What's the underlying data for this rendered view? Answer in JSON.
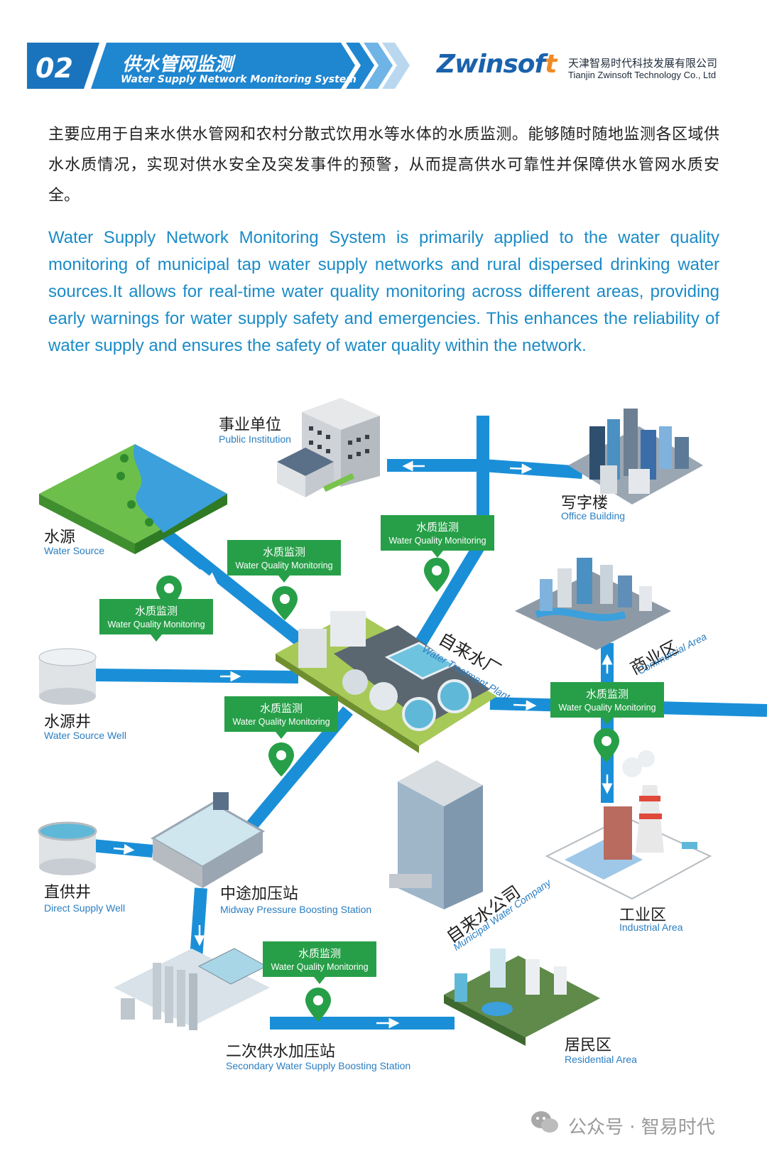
{
  "header": {
    "section_number": "02",
    "title_zh": "供水管网监测",
    "title_en": "Water Supply Network Monitoring System",
    "brand_logo_main": "Zwinsof",
    "brand_logo_accent": "t",
    "company_zh": "天津智易时代科技发展有限公司",
    "company_en": "Tianjin Zwinsoft Technology Co., Ltd"
  },
  "intro": {
    "zh": "主要应用于自来水供水管网和农村分散式饮用水等水体的水质监测。能够随时随地监测各区域供水水质情况，实现对供水安全及突发事件的预警，从而提高供水可靠性并保障供水管网水质安全。",
    "en": "Water Supply Network Monitoring System is primarily applied to the water quality monitoring of municipal tap water supply networks and rural dispersed drinking water sources.It allows for real-time water quality monitoring across different areas, providing early warnings for water supply safety and emergencies. This enhances the reliability of water supply and ensures the safety of water quality within the network."
  },
  "nodes": {
    "public_institution": {
      "zh": "事业单位",
      "en": "Public Institution"
    },
    "office_building": {
      "zh": "写字楼",
      "en": "Office Building"
    },
    "water_source": {
      "zh": "水源",
      "en": "Water Source"
    },
    "water_source_well": {
      "zh": "水源井",
      "en": "Water Source Well"
    },
    "water_treatment_plant": {
      "zh": "自来水厂",
      "en": "Water Treatment Plant"
    },
    "commercial_area": {
      "zh": "商业区",
      "en": "Commercial Area"
    },
    "direct_supply_well": {
      "zh": "直供井",
      "en": "Direct Supply Well"
    },
    "midway_pressure_station": {
      "zh": "中途加压站",
      "en": "Midway Pressure Boosting Station"
    },
    "municipal_water_company": {
      "zh": "自来水公司",
      "en": "Municipal Water Company"
    },
    "industrial_area": {
      "zh": "工业区",
      "en": "Industrial Area"
    },
    "secondary_boosting_station": {
      "zh": "二次供水加压站",
      "en": "Secondary Water Supply Boosting Station"
    },
    "residential_area": {
      "zh": "居民区",
      "en": "Residential Area"
    }
  },
  "monitoring_label": {
    "zh": "水质监测",
    "en": "Water Quality Monitoring"
  },
  "colors": {
    "pipe": "#1a8fd8",
    "monitor": "#279f48",
    "header": "#1a74bd",
    "accent_text": "#2a7ec2"
  },
  "watermark": {
    "text": "公众号 · 智易时代",
    "icon": "wechat-icon"
  }
}
